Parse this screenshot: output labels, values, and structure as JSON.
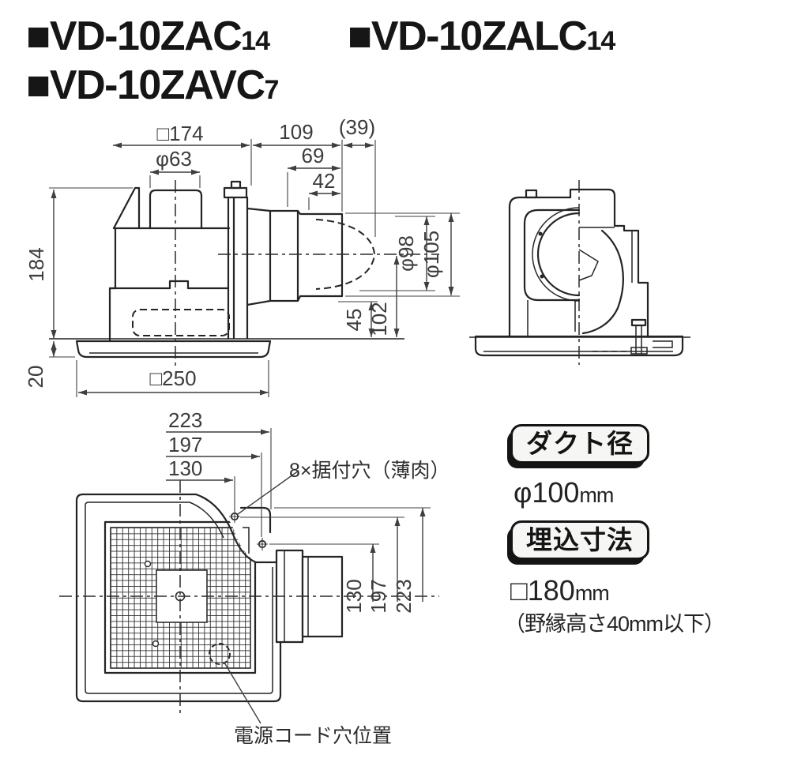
{
  "page": {
    "bg": "#ffffff",
    "ink": "#242424",
    "dim_ink": "#3f3f3f"
  },
  "titles": {
    "t1": {
      "model": "■VD-10ZAC",
      "sub": "14"
    },
    "t2": {
      "model": "■VD-10ZALC",
      "sub": "14"
    },
    "t3": {
      "model": "■VD-10ZAVC",
      "sub": "7"
    }
  },
  "side_view": {
    "panel_width": "□174",
    "cap_dia": "φ63",
    "duct_len": "109",
    "duct_ext": "(39)",
    "dim69": "69",
    "dim42": "42",
    "body_height": "184",
    "flange_height": "20",
    "grille_width": "□250",
    "duct_inner_dia": "φ98",
    "duct_outer_dia": "φ105",
    "dim45": "45",
    "dim102": "102"
  },
  "bottom_view": {
    "top_dim_223": "223",
    "top_dim_197": "197",
    "top_dim_130": "130",
    "right_dim_130": "130",
    "right_dim_197": "197",
    "right_dim_223": "223",
    "mount_hole_label": "8×据付穴（薄肉）",
    "cord_hole_label": "電源コード穴位置"
  },
  "info_panel": {
    "duct_title": "ダクト径",
    "duct_value": "φ100",
    "duct_unit": "mm",
    "embed_title": "埋込寸法",
    "embed_value": "□180",
    "embed_unit": "mm",
    "embed_note": "（野縁高さ40mm以下）"
  }
}
